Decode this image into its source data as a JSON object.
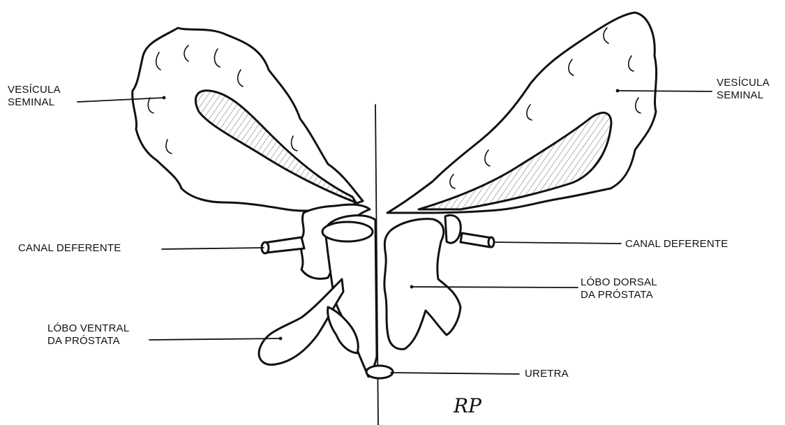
{
  "labels": {
    "vesicula_left": {
      "line1": "VESÍCULA",
      "line2": "SEMINAL"
    },
    "vesicula_right": {
      "line1": "VESÍCULA",
      "line2": "SEMINAL"
    },
    "canal_left": "CANAL DEFERENTE",
    "canal_right": "CANAL DEFERENTE",
    "lobo_dorsal": {
      "line1": "LÓBO DORSAL",
      "line2": "DA PRÓSTATA"
    },
    "lobo_ventral": {
      "line1": "LÓBO VENTRAL",
      "line2": "DA PRÓSTATA"
    },
    "uretra": "URETRA"
  },
  "signature": "RP",
  "colors": {
    "ink": "#111111",
    "background": "#ffffff"
  }
}
